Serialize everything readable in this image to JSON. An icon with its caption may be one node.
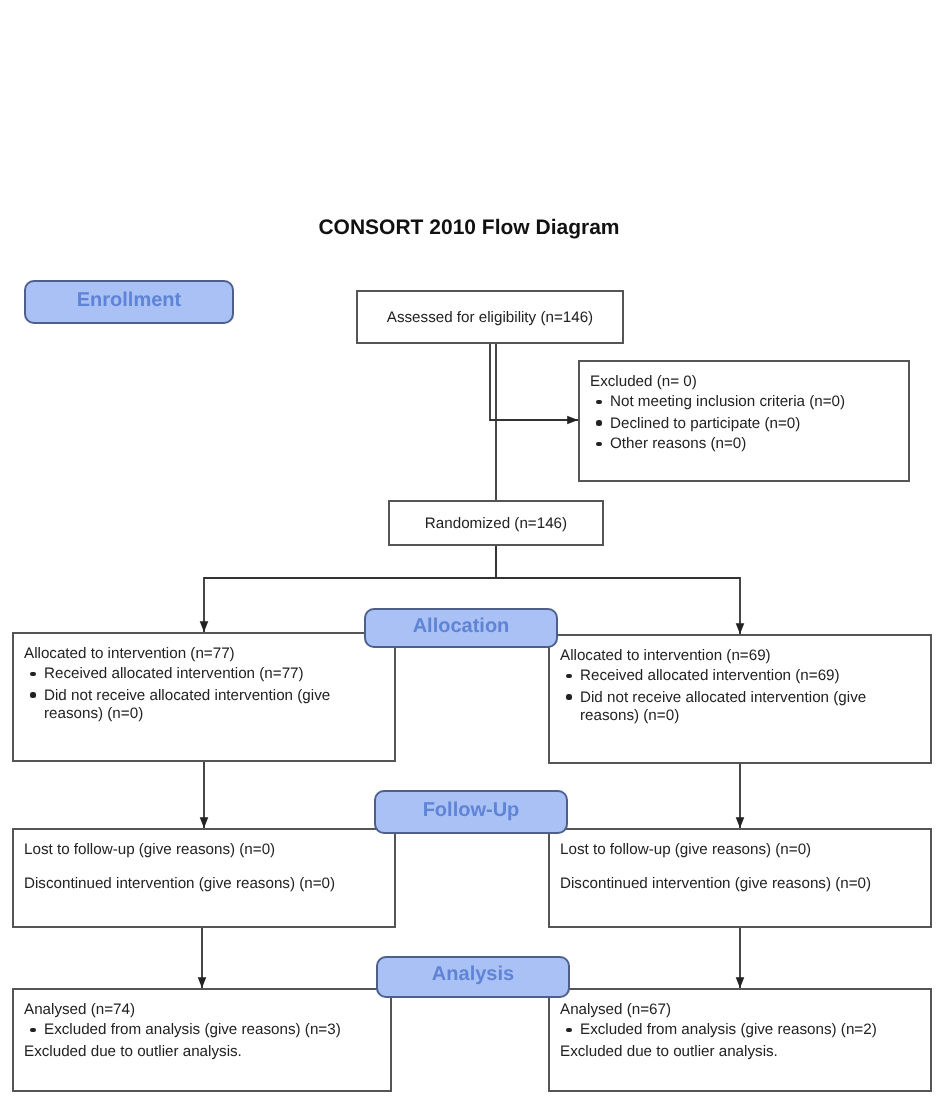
{
  "diagram": {
    "title": "CONSORT 2010 Flow Diagram",
    "nodes": [
      {
        "text": [
          "Enrollment"
        ]
      },
      {
        "text": [
          "Assessed for eligibility (n=146)"
        ]
      },
      {
        "text": [
          "Excluded  (n= 0)",
          "Not meeting inclusion criteria (n=0)",
          "Declined to participate (n=0)",
          "Other reasons (n=0)"
        ]
      },
      {
        "text": [
          "Randomized (n=146)"
        ]
      },
      {
        "text": [
          "Allocation"
        ]
      },
      {
        "text": [
          "Allocated to intervention (n=77)",
          "Received allocated intervention (n=77)",
          "Did not receive allocated intervention (give reasons) (n=0)"
        ]
      },
      {
        "text": [
          "Allocated to intervention (n=69)",
          "Received allocated intervention (n=69)",
          "Did not receive allocated intervention (give reasons) (n=0)"
        ]
      },
      {
        "text": [
          "Follow-Up"
        ]
      },
      {
        "text": [
          "Lost to follow-up (give reasons) (n=0)",
          "Discontinued intervention (give reasons) (n=0)"
        ]
      },
      {
        "text": [
          "Lost to follow-up (give reasons) (n=0)",
          "Discontinued intervention (give reasons) (n=0)"
        ]
      },
      {
        "text": [
          "Analysis"
        ]
      },
      {
        "text": [
          "Analysed  (n=74)",
          "Excluded from analysis (give reasons) (n=3)",
          "Excluded due to outlier analysis."
        ]
      },
      {
        "text": [
          "Analysed  (n=67)",
          "Excluded from analysis (give reasons) (n=2)",
          "Excluded due to outlier analysis."
        ]
      }
    ],
    "edges": [
      {
        "from": 1,
        "to": 3,
        "arrow": "none"
      },
      {
        "from": 1,
        "to": 2,
        "arrow": "to"
      },
      {
        "from": 3,
        "to": 5,
        "arrow": "to"
      },
      {
        "from": 3,
        "to": 6,
        "arrow": "to"
      },
      {
        "from": 5,
        "to": 8,
        "arrow": "to"
      },
      {
        "from": 6,
        "to": 9,
        "arrow": "to"
      },
      {
        "from": 8,
        "to": 11,
        "arrow": "to"
      },
      {
        "from": 9,
        "to": 12,
        "arrow": "to"
      }
    ]
  }
}
